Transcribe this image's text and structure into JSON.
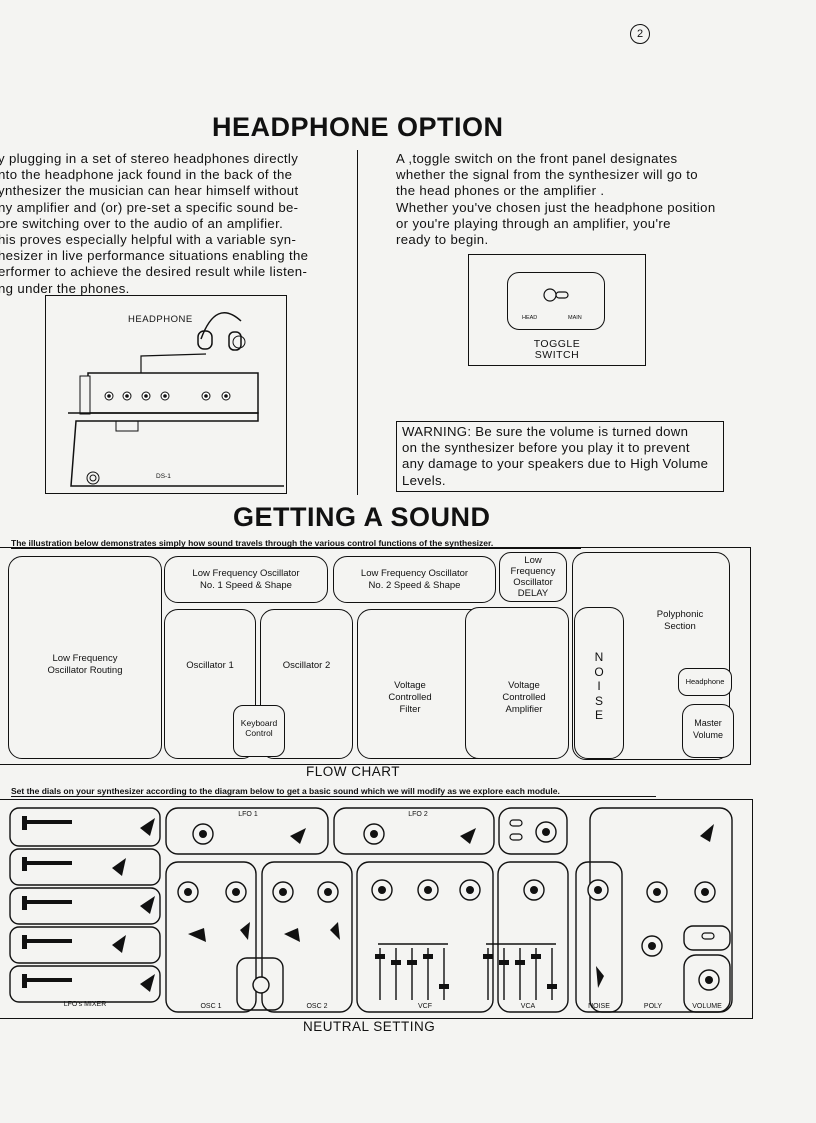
{
  "page_number": "2",
  "headphone": {
    "title": "HEADPHONE OPTION",
    "left_lines": [
      "y plugging in a set of stereo headphones directly",
      "nto the headphone jack found in the back of the",
      "ynthesizer the musician can hear himself without",
      "ny amplifier and (or) pre-set a specific sound be-",
      "ore switching over to the audio of an amplifier.",
      "his proves especially helpful with a variable syn-",
      "hesizer in live performance situations enabling the",
      "erformer to achieve the desired result while listen-",
      "ng under the phones."
    ],
    "right_lines": [
      "A  ,toggle  switch  on  the  front  panel  designates",
      "whether  the  signal  from  the  synthesizer  will  go  to",
      "the head phones or the amplifier .",
      "Whether you've chosen just the headphone position",
      "or   you're   playing   through   an   amplifier,   you're",
      "ready to begin."
    ],
    "illus_label": "HEADPHONE",
    "illus_model": "DS-1",
    "toggle_head": "HEAD",
    "toggle_main": "MAIN",
    "toggle_caption_1": "TOGGLE",
    "toggle_caption_2": "SWITCH",
    "warning_lines": [
      "WARNING:  Be sure the volume is turned down",
      "on the synthesizer before you play it to prevent",
      "any damage to your speakers due to High Volume",
      "Levels."
    ]
  },
  "sound": {
    "title": "GETTING A SOUND",
    "intro": "The illustration below demonstrates simply how sound travels through the various control functions of the synthesizer.",
    "flow_title": "FLOW CHART",
    "boxes": {
      "lfo_routing_1": "Low   Frequency",
      "lfo_routing_2": "Oscillator  Routing",
      "lfo1_1": "Low Frequency Oscillator",
      "lfo1_2": "No. 1 Speed & Shape",
      "lfo2_1": "Low Frequency Oscillator",
      "lfo2_2": "No. 2 Speed & Shape",
      "delay_1": "Low",
      "delay_2": "Frequency",
      "delay_3": "Oscillator",
      "delay_4": "DELAY",
      "poly_1": "Polyphonic",
      "poly_2": "Section",
      "osc1": "Oscillator 1",
      "osc2": "Oscillator 2",
      "kbd_1": "Keyboard",
      "kbd_2": "Control",
      "vcf_1": "Voltage",
      "vcf_2": "Controlled",
      "vcf_3": "Filter",
      "vca_1": "Voltage",
      "vca_2": "Controlled",
      "vca_3": "Amplifier",
      "noise": [
        "N",
        "O",
        "I",
        "S",
        "E"
      ],
      "headphone": "Headphone",
      "master_1": "Master",
      "master_2": "Volume"
    },
    "dials_intro": "Set the dials on your synthesizer according to the diagram below to get a basic sound which we will modify as we explore each module.",
    "neutral_title": "NEUTRAL SETTING",
    "panel": {
      "mixer": "LFO's MIXER",
      "osc1": "OSC 1",
      "osc2": "OSC 2",
      "vcf": "VCF",
      "vca": "VCA",
      "noise": "NOISE",
      "poly": "POLY",
      "volume": "VOLUME",
      "lfo1": "LFO 1",
      "lfo2": "LFO 2"
    }
  }
}
